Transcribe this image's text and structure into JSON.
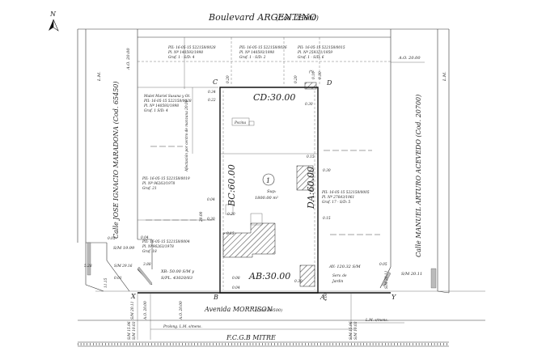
{
  "streets": {
    "top": "Boulevard ARGENTINO",
    "top_code": "(Cod. 25600)",
    "left": "Calle JOSE IGNACIO MARADONA (Cod. 65450)",
    "right": "Calle MANUEL ARTURO ACEVEDO (Cod. 20700)",
    "bottom": "Avenida MORRISON",
    "bottom_code": "(Cod. 69500)",
    "rail": "F.C.G.B MITRE"
  },
  "lot": {
    "number": "1",
    "sup_label": "Sup:",
    "sup_value": "1800.00 m²",
    "side_ab": "AB:30.00",
    "side_bc": "BC:60.00",
    "side_cd": "CD:30.00",
    "side_da": "DA:60.00",
    "vertices": {
      "a": "A",
      "b": "B",
      "c": "C",
      "d": "D"
    },
    "pool": "Pscina",
    "setback": "Afectación por centro de manzana 20.00"
  },
  "parcels": {
    "top1": [
      "PII: 16-05-15 522158/0028",
      "Pl. Nº 140593/1998",
      "Graf. 1 - S/D: 4"
    ],
    "top2": [
      "PII: 16-05-15 522158/0026",
      "Pl. Nº 140593/1998",
      "Graf. 1 - S/D: 2"
    ],
    "top3": [
      "PII: 16-05-15 522158/0015",
      "Pl. Nº 259321/1959",
      "Graf. 1 - S/D: 6"
    ],
    "left1": [
      "Mulet Mariel Susana y Ot.",
      "PII: 16-05-15 522158/0028",
      "Pl. Nº 140593/1998",
      "Graf. 1 S/D: 4"
    ],
    "left2": [
      "PII: 16-05-15 522158/0019",
      "Pl. Nº 96263/1978",
      "Graf. 21"
    ],
    "left3": [
      "PII: 16-05-15 522158/0004",
      "Pl. Nº96263/1978",
      "Graf. 18"
    ],
    "right1": [
      "PII: 16-05-15 522158/0005",
      "Pl. Nº 27643/1961",
      "Graf. 17 - S/D: 5"
    ]
  },
  "labels": {
    "ao_left": "A.O. 20.00",
    "ao_right": "A.O. 20.00",
    "ao_bottom": "A.O. 20.00",
    "lm": "L.M.",
    "lm_right_bottom": "L.M. s/mens.",
    "prolong": "Prolong. L.M. s/mens.",
    "sm_1999": "S/M 19.99",
    "sm_2916": "S/M 29.16",
    "xb": "XB: 50.00 S/M y",
    "spl": "S/PL. 43020/83",
    "ay": "AY: 120.32 S/M",
    "serv1": "Serv. de",
    "serv2": "Jardin",
    "sm_2011": "S/M 20.11",
    "sm_2011v": "S/M 20.11",
    "sm_1596": "S/M 15.96",
    "sm_1003": "S/M 10.03",
    "x": "X",
    "y": "Y",
    "north": "N"
  },
  "dims": {
    "d020a": "0.20",
    "d034": "0.34",
    "d022": "0.22",
    "d020b": "0.20",
    "d030a": "0.30",
    "d015a": "0.15",
    "d030b": "0.30",
    "d015b": "0.15",
    "d004a": "0.04",
    "d030c": "0.30",
    "d020c": "0.20",
    "d015c": "0.15",
    "d2000": "20.00",
    "d005": "0.05",
    "d004b": "0.04",
    "d528": "5.28",
    "d1115": "11.15",
    "d001": "0.01",
    "d385": "3.88",
    "d008": "0.08",
    "d004c": "0.04",
    "d030d": "0.30",
    "d400": "4.00",
    "d005b": "0.05",
    "d010": "0.10",
    "d030e": "0.30",
    "d031": "(*)"
  }
}
